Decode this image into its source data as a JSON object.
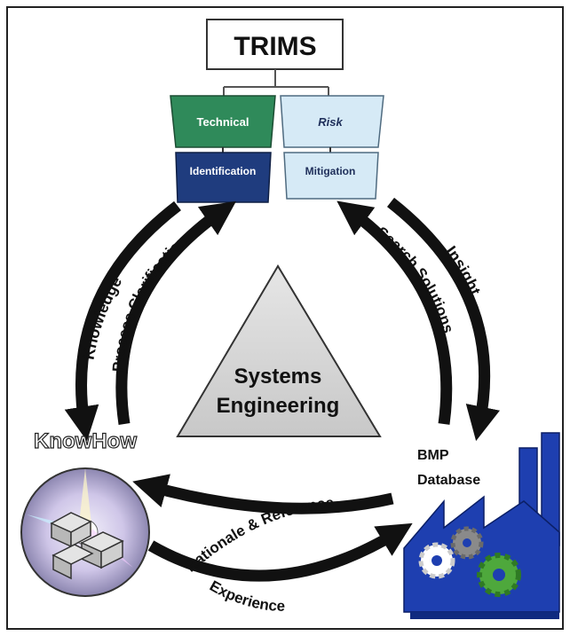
{
  "title": "TRIMS",
  "boxes": {
    "technical": "Technical",
    "risk": "Risk",
    "identification": "Identification",
    "mitigation": "Mitigation"
  },
  "center": {
    "line1": "Systems",
    "line2": "Engineering"
  },
  "arrows": {
    "knowledge": "Knowledge",
    "process_clarification": "Process Clarification",
    "search_solutions": "Search Solutions",
    "insight": "Insight",
    "rationale_reference": "Rationale & Reference",
    "experience": "Experience"
  },
  "nodes": {
    "knowhow": "KnowHow",
    "bmp_line1": "BMP",
    "bmp_line2": "Database"
  },
  "colors": {
    "technical": "#2f8a5a",
    "identification": "#1f3c7e",
    "risk": "#d6eaf6",
    "mitigation": "#d6eaf6",
    "factory": "#1e3fb0",
    "gear_green": "#4ea83c",
    "triangle": "#d8d8d8"
  }
}
